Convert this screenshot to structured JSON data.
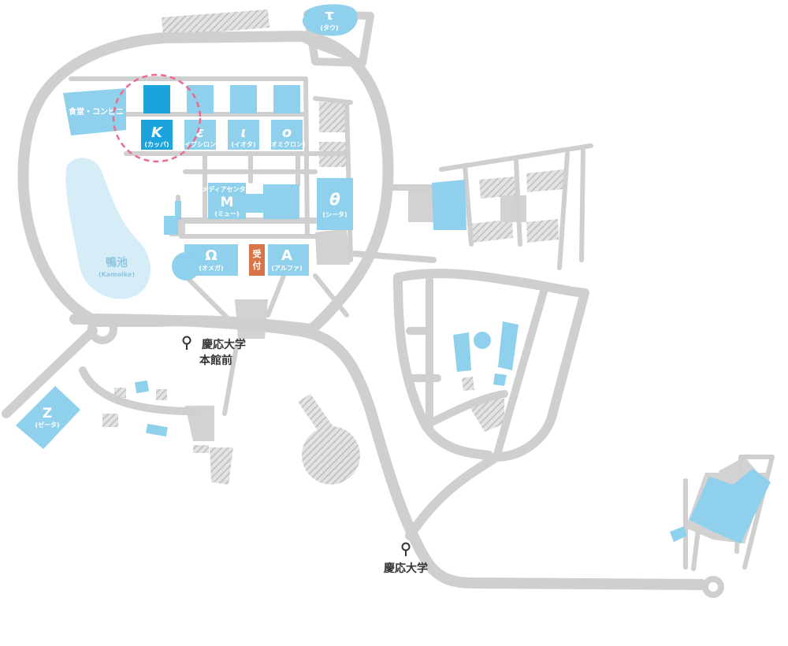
{
  "buildings": {
    "tau": {
      "label": "τ",
      "sub": "(タウ)"
    },
    "kappa": {
      "label": "K",
      "sub": "(カッパ)"
    },
    "epsilon": {
      "label": "ε",
      "sub": "(イプシロン)"
    },
    "iota": {
      "label": "ι",
      "sub": "(イオタ)"
    },
    "omicron": {
      "label": "ο",
      "sub": "(オミクロン)"
    },
    "cafeteria": {
      "label": "食堂・コンビニ"
    },
    "media_center": {
      "top": "メディアセンター",
      "label": "M",
      "sub": "(ミュー)"
    },
    "theta": {
      "label": "θ",
      "sub": "(シータ)"
    },
    "omega": {
      "label": "Ω",
      "sub": "(オメガ)"
    },
    "reception": {
      "label_1": "受",
      "label_2": "付"
    },
    "alpha": {
      "label": "A",
      "sub": "(アルファ)"
    },
    "zeta": {
      "label": "Z",
      "sub": "(ゼータ)"
    }
  },
  "pond": {
    "label": "鴨池",
    "sub": "(Kamoike)"
  },
  "bus_stops": {
    "honkan": {
      "line_1": "慶応大学",
      "line_2": "本館前"
    },
    "main": {
      "line_1": "慶応大学"
    }
  },
  "colors": {
    "building": "#8fd0ec",
    "highlight_building": "#1ba3dc",
    "road": "#cfcfcf",
    "reception": "#d9744a",
    "highlight_circle": "#ec6a8a",
    "pond": "#d6edf8"
  }
}
